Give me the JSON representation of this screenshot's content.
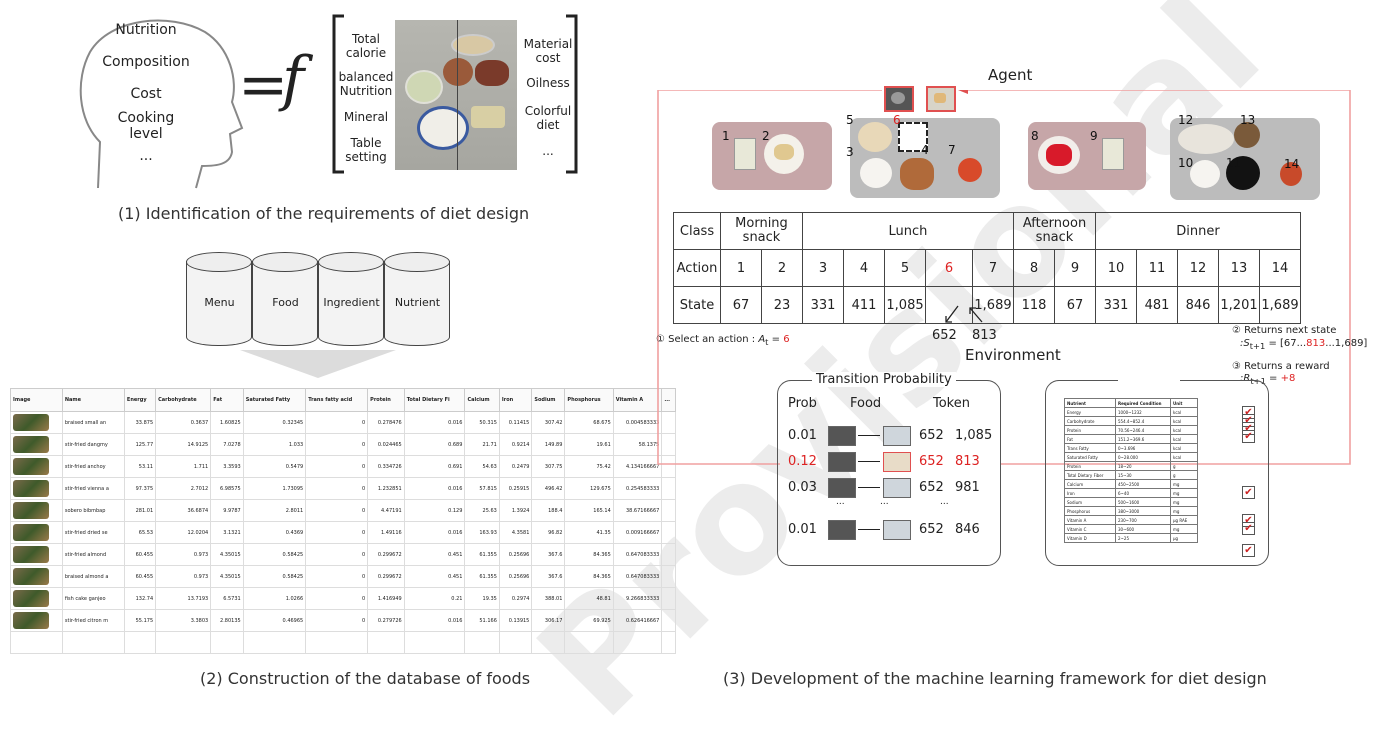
{
  "panel1": {
    "head_items": [
      "Nutrition",
      "Composition",
      "Cost",
      "Cooking\nlevel",
      "..."
    ],
    "equals": "=",
    "func": "f",
    "left_items": [
      "Total\ncalorie",
      "balanced\nNutrition",
      "Mineral",
      "Table\nsetting"
    ],
    "right_items": [
      "Material\ncost",
      "Oilness",
      "Colorful\ndiet",
      "..."
    ],
    "caption": "(1) Identification of the requirements of diet design"
  },
  "panel2": {
    "databases": [
      "Menu",
      "Food",
      "Ingredient",
      "Nutrient"
    ],
    "columns": [
      "Image",
      "Name",
      "Energy",
      "Carbohydrate",
      "Fat",
      "Saturated Fatty",
      "Trans fatty acid",
      "Protein",
      "Total Dietary Fi",
      "Calcium",
      "Iron",
      "Sodium",
      "Phosphorus",
      "Vitamin A",
      "..."
    ],
    "rows": [
      [
        "braised small an",
        "33.875",
        "0.3637",
        "1.60825",
        "0.32345",
        "0",
        "0.278476",
        "0.016",
        "50.315",
        "0.11415",
        "307.42",
        "68.675",
        "0.004583333"
      ],
      [
        "stir-fried dangmy",
        "125.77",
        "14.9125",
        "7.0278",
        "1.033",
        "0",
        "0.024465",
        "0.689",
        "21.71",
        "0.9214",
        "149.89",
        "19.61",
        "58.1375"
      ],
      [
        "stir-fried anchoy",
        "53.11",
        "1.711",
        "3.3593",
        "0.5479",
        "0",
        "0.334726",
        "0.691",
        "54.63",
        "0.2479",
        "307.75",
        "75.42",
        "4.134166667"
      ],
      [
        "stir-fried vienna a",
        "97.375",
        "2.7012",
        "6.98575",
        "1.73095",
        "0",
        "1.232851",
        "0.016",
        "57.815",
        "0.25915",
        "496.42",
        "129.675",
        "0.254583333"
      ],
      [
        "sobero bibmbap",
        "281.01",
        "36.6874",
        "9.9787",
        "2.8011",
        "0",
        "4.47191",
        "0.129",
        "25.63",
        "1.3924",
        "188.4",
        "165.14",
        "38.67166667"
      ],
      [
        "stir-fried dried se",
        "65.53",
        "12.0204",
        "3.1321",
        "0.4369",
        "0",
        "1.49116",
        "0.016",
        "163.93",
        "4.3581",
        "96.82",
        "41.35",
        "0.009166667"
      ],
      [
        "stir-fried almond",
        "60.455",
        "0.973",
        "4.35015",
        "0.58425",
        "0",
        "0.299672",
        "0.451",
        "61.355",
        "0.25696",
        "367.6",
        "84.365",
        "0.647083333"
      ],
      [
        "braised almond a",
        "60.455",
        "0.973",
        "4.35015",
        "0.58425",
        "0",
        "0.299672",
        "0.451",
        "61.355",
        "0.25696",
        "367.6",
        "84.365",
        "0.647083333"
      ],
      [
        "fish cake ganjeo",
        "132.74",
        "13.7193",
        "6.5731",
        "1.0266",
        "0",
        "1.416949",
        "0.21",
        "19.35",
        "0.2974",
        "388.01",
        "48.81",
        "9.266833333"
      ],
      [
        "stir-fried citron m",
        "55.175",
        "3.3803",
        "2.80135",
        "0.46965",
        "0",
        "0.279726",
        "0.016",
        "51.166",
        "0.13915",
        "306.17",
        "69.925",
        "0.626416667"
      ]
    ],
    "caption": "(2) Construction of the database of foods"
  },
  "panel3": {
    "agent": "Agent",
    "environment": "Environment",
    "header": [
      "Class",
      "Morning\nsnack",
      "Lunch",
      "Afternoon\nsnack",
      "Dinner"
    ],
    "actions": [
      "Action",
      "1",
      "2",
      "3",
      "4",
      "5",
      "6",
      "7",
      "8",
      "9",
      "10",
      "11",
      "12",
      "13",
      "14"
    ],
    "states": [
      "State",
      "67",
      "23",
      "331",
      "411",
      "1,085",
      "",
      "1,689",
      "118",
      "67",
      "331",
      "481",
      "846",
      "1,201",
      "1,689"
    ],
    "split_left": "652",
    "split_right": "813",
    "step1_label": "① Select an action : ",
    "step1_var": "A",
    "step1_sub": "t",
    "step1_eq": " = ",
    "step1_val": "6",
    "step2_label": "② Returns next state",
    "step2_var": ":S",
    "step2_sub": "t+1",
    "step2_pre": " = [67...",
    "step2_val": "813",
    "step2_post": "...1,689]",
    "step3_label": "③ Returns a reward",
    "step3_var": ":R",
    "step3_sub": "t+1",
    "step3_eq": " = ",
    "step3_val": "+8",
    "tp_title": "Transition Probability",
    "tp_headers": [
      "Prob",
      "Food",
      "Token"
    ],
    "tp_rows": [
      {
        "prob": "0.01",
        "t1": "652",
        "t2": "1,085"
      },
      {
        "prob": "0.12",
        "t1": "652",
        "t2": "813"
      },
      {
        "prob": "0.03",
        "t1": "652",
        "t2": "981"
      },
      {
        "prob": "0.01",
        "t1": "652",
        "t2": "846"
      }
    ],
    "ellipsis": "...",
    "nutrient_headers": [
      "Nutrient",
      "Required Condition",
      "Unit"
    ],
    "nutrient_rows": [
      [
        "Energy",
        "1000~1232",
        "kcal"
      ],
      [
        "Carbohydrate",
        "554.4~852.4",
        "kcal"
      ],
      [
        "Protein",
        "70.56~246.4",
        "kcal"
      ],
      [
        "Fat",
        "151.2~369.6",
        "kcal"
      ],
      [
        "Trans Fatty",
        "0~3.696",
        "kcal"
      ],
      [
        "Saturated Fatty",
        "0~28.000",
        "kcal"
      ],
      [
        "Protein",
        "18~20",
        "g"
      ],
      [
        "Total Dietary Fiber",
        "15~30",
        "g"
      ],
      [
        "Calcium",
        "450~2500",
        "mg"
      ],
      [
        "Iron",
        "6~40",
        "mg"
      ],
      [
        "Sodium",
        "500~1600",
        "mg"
      ],
      [
        "Phosphorus",
        "380~3000",
        "mg"
      ],
      [
        "Vitamin A",
        "230~700",
        "μg RAE"
      ],
      [
        "Vitamin C",
        "30~600",
        "mg"
      ],
      [
        "Vitamin D",
        "2~25",
        "μg"
      ]
    ],
    "caption": "(3) Development of the machine learning framework for diet design"
  },
  "watermark": "Provisional",
  "colors": {
    "accent_red": "#dd2222",
    "loop_line": "#f0a0a0"
  }
}
